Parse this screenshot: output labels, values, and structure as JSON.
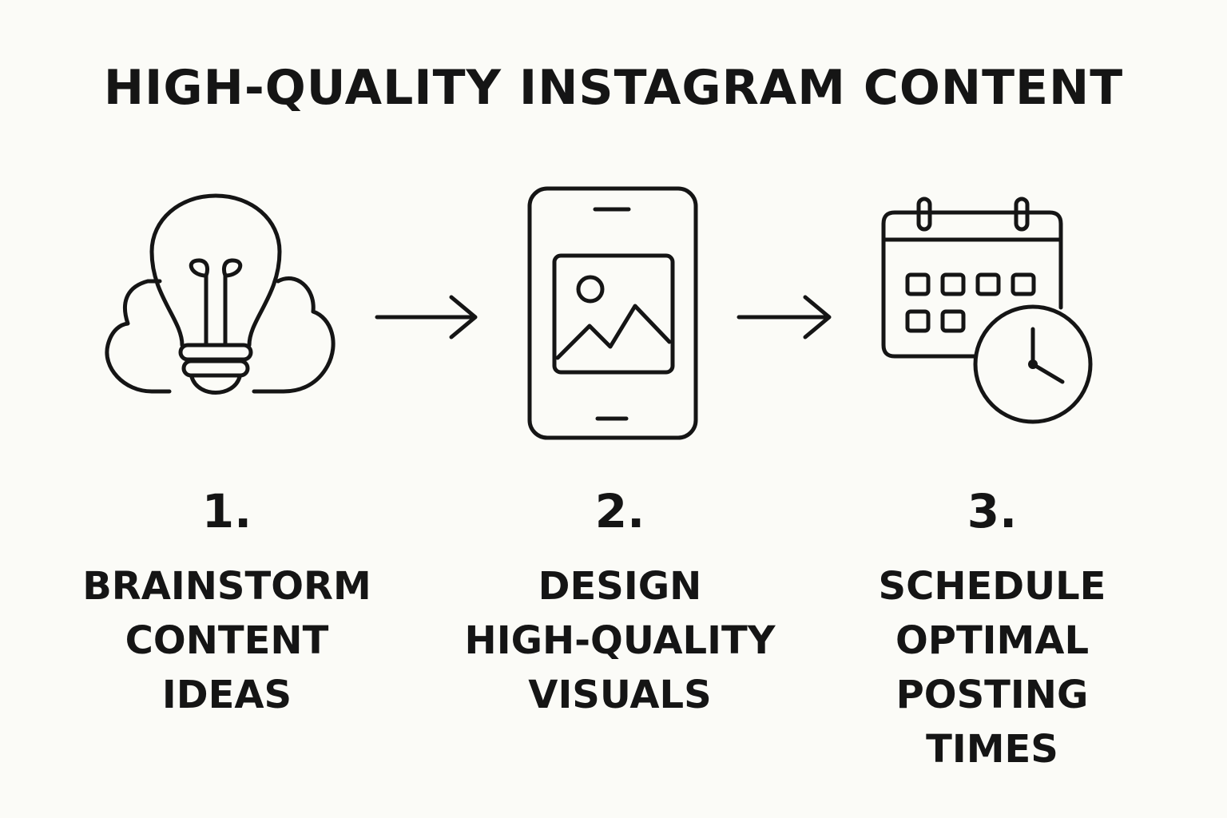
{
  "title": "HIGH-QUALITY INSTAGRAM CONTENT",
  "steps": [
    {
      "number": "1.",
      "label": "BRAINSTORM\nCONTENT\nIDEAS",
      "icon": "lightbulb-cloud-icon"
    },
    {
      "number": "2.",
      "label": "DESIGN\nHIGH-QUALITY\nVISUALS",
      "icon": "smartphone-image-icon"
    },
    {
      "number": "3.",
      "label": "SCHEDULE\nOPTIMAL\nPOSTING\nTIMES",
      "icon": "calendar-clock-icon"
    }
  ],
  "connectors": [
    "arrow-right-icon",
    "arrow-right-icon"
  ],
  "colors": {
    "background": "#fbfbf7",
    "ink": "#151515"
  }
}
